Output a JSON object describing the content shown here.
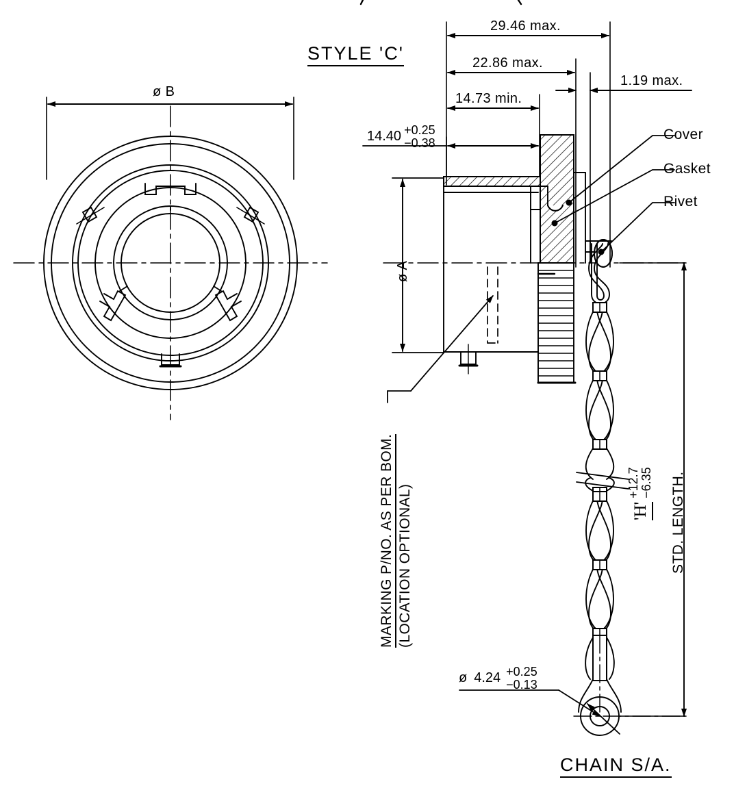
{
  "drawing": {
    "title_top_cut": "(",
    "view_label_front": "STYLE  'C'",
    "view_label_chain": "CHAIN  S/A.",
    "dimensions": {
      "diameter_b": "ø  B",
      "diameter_a": "ø  A",
      "overall_max": "29.46  max.",
      "shell_max": "22.86  max.",
      "thread_min": "14.73  min.",
      "cover_thickness_max": "1.19  max.",
      "seat_nominal": "14.40",
      "seat_tol_plus": "+0.25",
      "seat_tol_minus": "−0.38",
      "chain_eye_dia_symbol": "ø",
      "chain_eye_dia": "4.24",
      "chain_eye_tol_plus": "+0.25",
      "chain_eye_tol_minus": "−0.13",
      "chain_length_symbol": "'H'",
      "chain_length_tol_plus": "+12.7",
      "chain_length_tol_minus": "−6.35",
      "chain_length_note": "STD.  LENGTH."
    },
    "leader_labels": {
      "cover": "Cover",
      "gasket": "Gasket",
      "rivet": "Rivet"
    },
    "notes": {
      "marking_line1": "MARKING P/NO. AS PER BOM.",
      "marking_line2": "(LOCATION OPTIONAL)"
    },
    "colors": {
      "line": "#000000",
      "background": "#ffffff"
    }
  }
}
